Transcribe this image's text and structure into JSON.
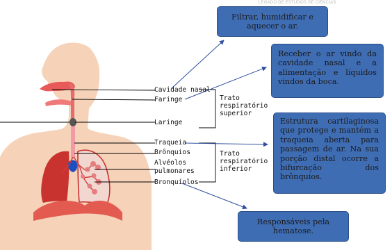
{
  "watermark": "LEGADO DE ESTUDOS DE CIÊNCIAS",
  "labels": {
    "cavidade_nasal": "Cavidade nasal",
    "faringe": "Faringe",
    "laringe": "Laringe",
    "traqueia": "Traqueia",
    "bronquios": "Brônquios",
    "alveolos_1": "Alvéolos",
    "alveolos_2": "pulmonares",
    "bronquiolos": "Bronquíolos"
  },
  "groups": {
    "superior": [
      "Trato",
      "respiratório",
      "superior"
    ],
    "inferior": [
      "Trato",
      "respiratório",
      "inferior"
    ]
  },
  "boxes": {
    "filtrar": "Filtrar, humidificar e aquecer o ar.",
    "receber": "Receber o ar vindo da cavidade nasal e a alimentação e líquidos vindos da boca.",
    "estrutura": "Estrutura cartilaginosa que protege e mantém a traqueia aberta para passagem de ar. Na sua porção distal ocorre a bifurcação dos brônquios.",
    "responsaveis": "Responsáveis pela hematose."
  },
  "colors": {
    "box_fill": "#3f6db4",
    "box_border": "#2a4f8a",
    "skin": "#f5d2b8",
    "lung": "#c9332f",
    "arrow": "#2d4f9e"
  }
}
